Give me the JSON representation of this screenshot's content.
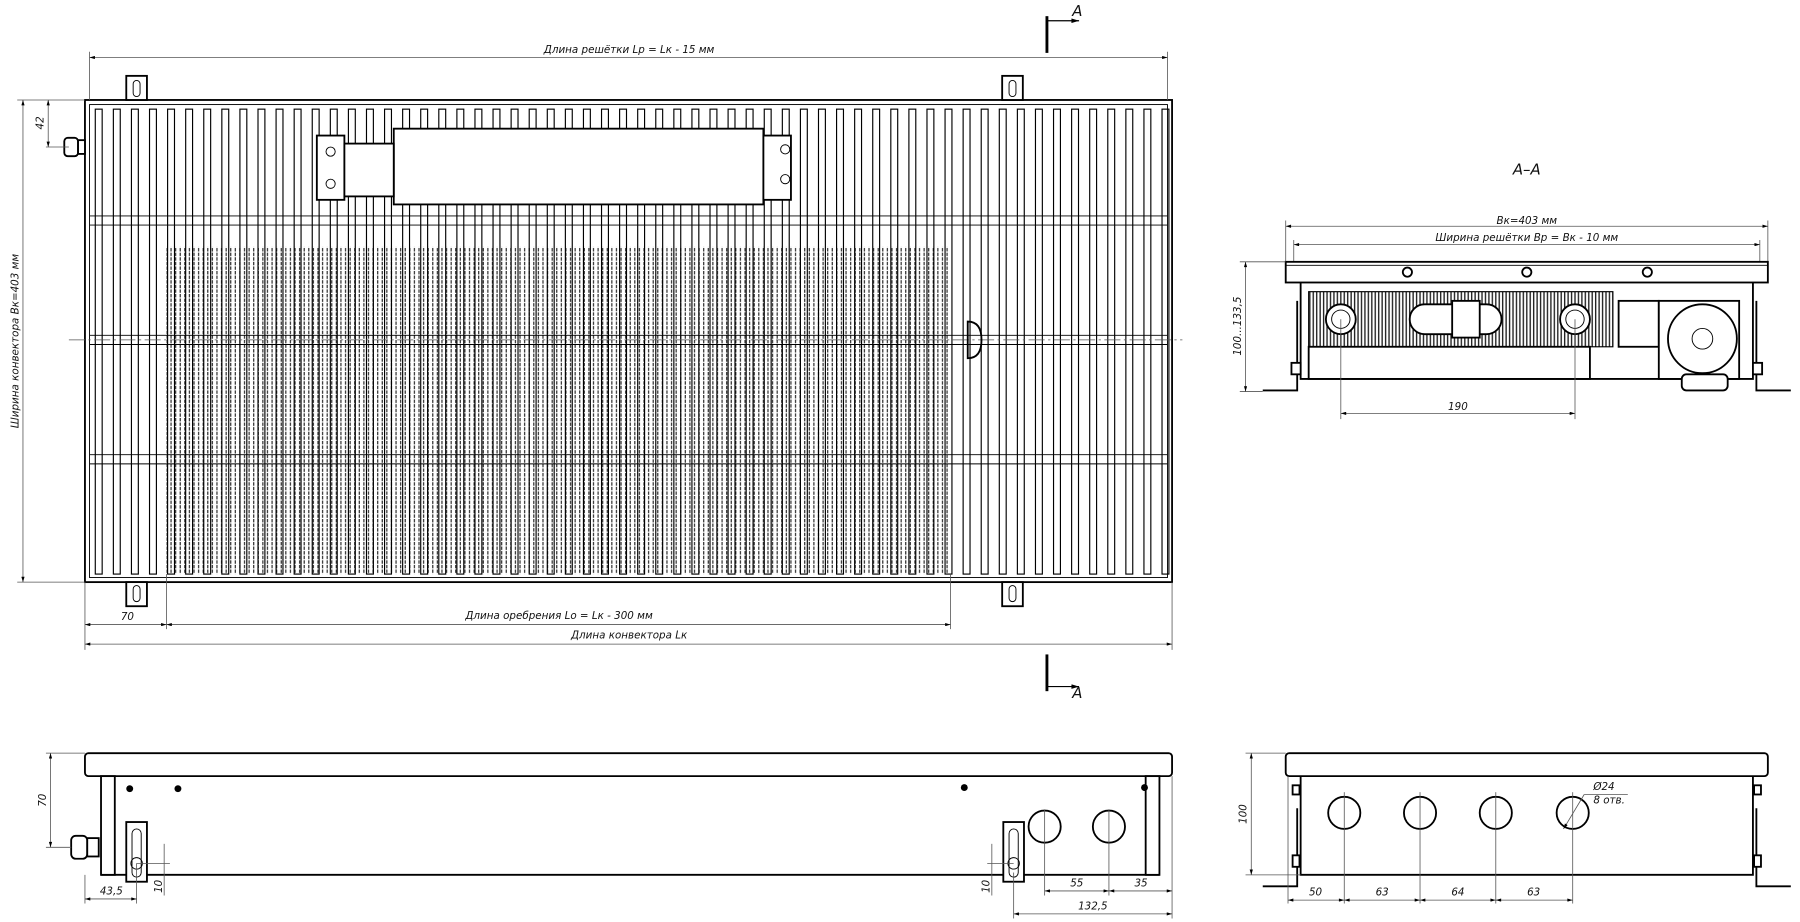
{
  "plan_view": {
    "grille_length_label": "Длина решётки Lp = Lк - 15 мм",
    "convector_width_label": "Ширина конвектора Вк=403 мм",
    "dim_42": "42",
    "dim_70": "70",
    "fin_length_label": "Длина оребрения Lo = Lк - 300 мм",
    "convector_length_label": "Длина конвектора Lк",
    "section_mark_top": "A",
    "section_mark_bottom": "A"
  },
  "section_view": {
    "title": "А–А",
    "width_label": "Вк=403 мм",
    "grille_width_label": "Ширина решётки Вр = Вк - 10 мм",
    "height_label": "100...133,5",
    "dim_190": "190"
  },
  "side_view": {
    "dim_70": "70",
    "dim_43_5": "43,5",
    "dim_10_left": "10",
    "dim_10_right": "10",
    "dim_55": "55",
    "dim_35": "35",
    "dim_132_5": "132,5"
  },
  "end_view": {
    "dim_100": "100",
    "hole_diameter": "Ø24",
    "hole_count": "8 отв.",
    "dim_50": "50",
    "dim_63_a": "63",
    "dim_64": "64",
    "dim_63_b": "63"
  }
}
